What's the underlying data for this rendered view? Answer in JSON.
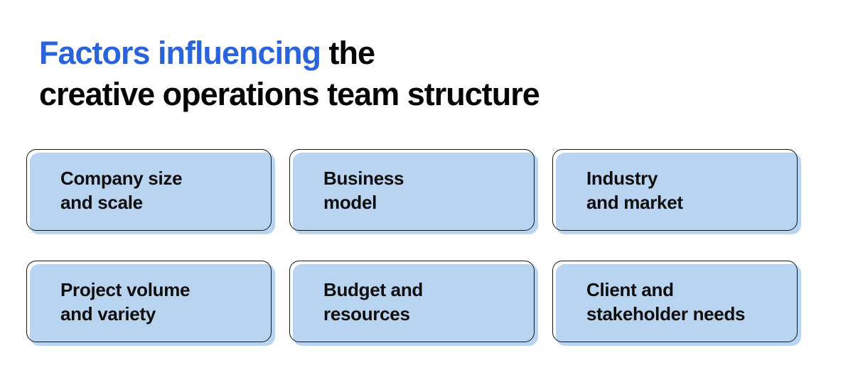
{
  "title": {
    "highlight": "Factors influencing",
    "rest": " the",
    "line2": "creative operations team structure"
  },
  "colors": {
    "accent_blue": "#2A64DA",
    "card_fill": "#B9D4F0",
    "text_dark": "#0D0D0D",
    "outline": "#161616",
    "background": "#FFFFFF"
  },
  "cards": [
    {
      "line1": "Company size",
      "line2": "and scale"
    },
    {
      "line1": "Business",
      "line2": "model"
    },
    {
      "line1": "Industry",
      "line2": "and market"
    },
    {
      "line1": "Project volume",
      "line2": "and variety"
    },
    {
      "line1": "Budget and",
      "line2": "resources"
    },
    {
      "line1": "Client and",
      "line2": "stakeholder needs"
    }
  ]
}
